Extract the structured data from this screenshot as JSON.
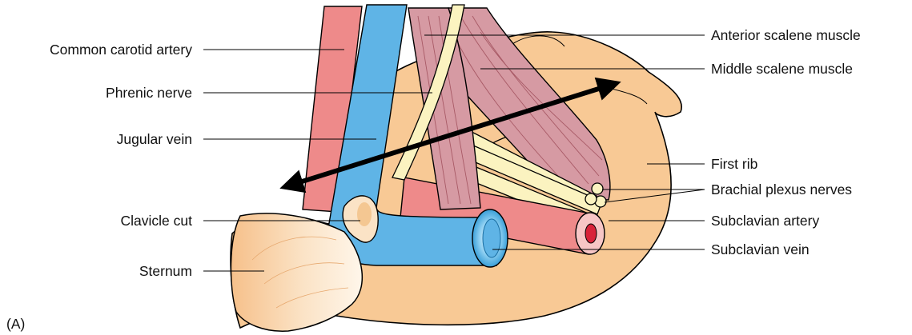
{
  "figure": {
    "panel_label": "(A)",
    "labels_left": [
      "Common carotid artery",
      "Phrenic nerve",
      "Jugular vein",
      "Clavicle cut",
      "Sternum"
    ],
    "labels_right": [
      "Anterior scalene muscle",
      "Middle scalene muscle",
      "First rib",
      "Brachial plexus nerves",
      "Subclavian artery",
      "Subclavian vein"
    ]
  },
  "colors": {
    "bone": "#f8c995",
    "bone_outline": "#000000",
    "artery": "#ee8a8a",
    "vein": "#5fb4e6",
    "muscle": "#d69aa3",
    "nerve": "#fbf3c0",
    "arrow": "#000000"
  }
}
